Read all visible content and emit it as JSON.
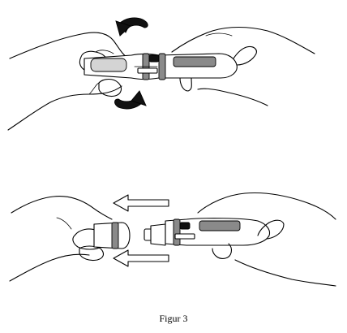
{
  "figure": {
    "caption": "Figur 3",
    "panels": [
      {
        "step": "twist",
        "icons": [
          "curved-arrow-icon",
          "curved-arrow-icon"
        ]
      },
      {
        "step": "pull-apart",
        "icons": [
          "left-arrow-icon",
          "left-arrow-icon"
        ]
      }
    ]
  },
  "colors": {
    "ink": "#000000",
    "mid_grey": "#8a8a8a",
    "light_grey": "#d4d4d4",
    "background": "#ffffff"
  }
}
